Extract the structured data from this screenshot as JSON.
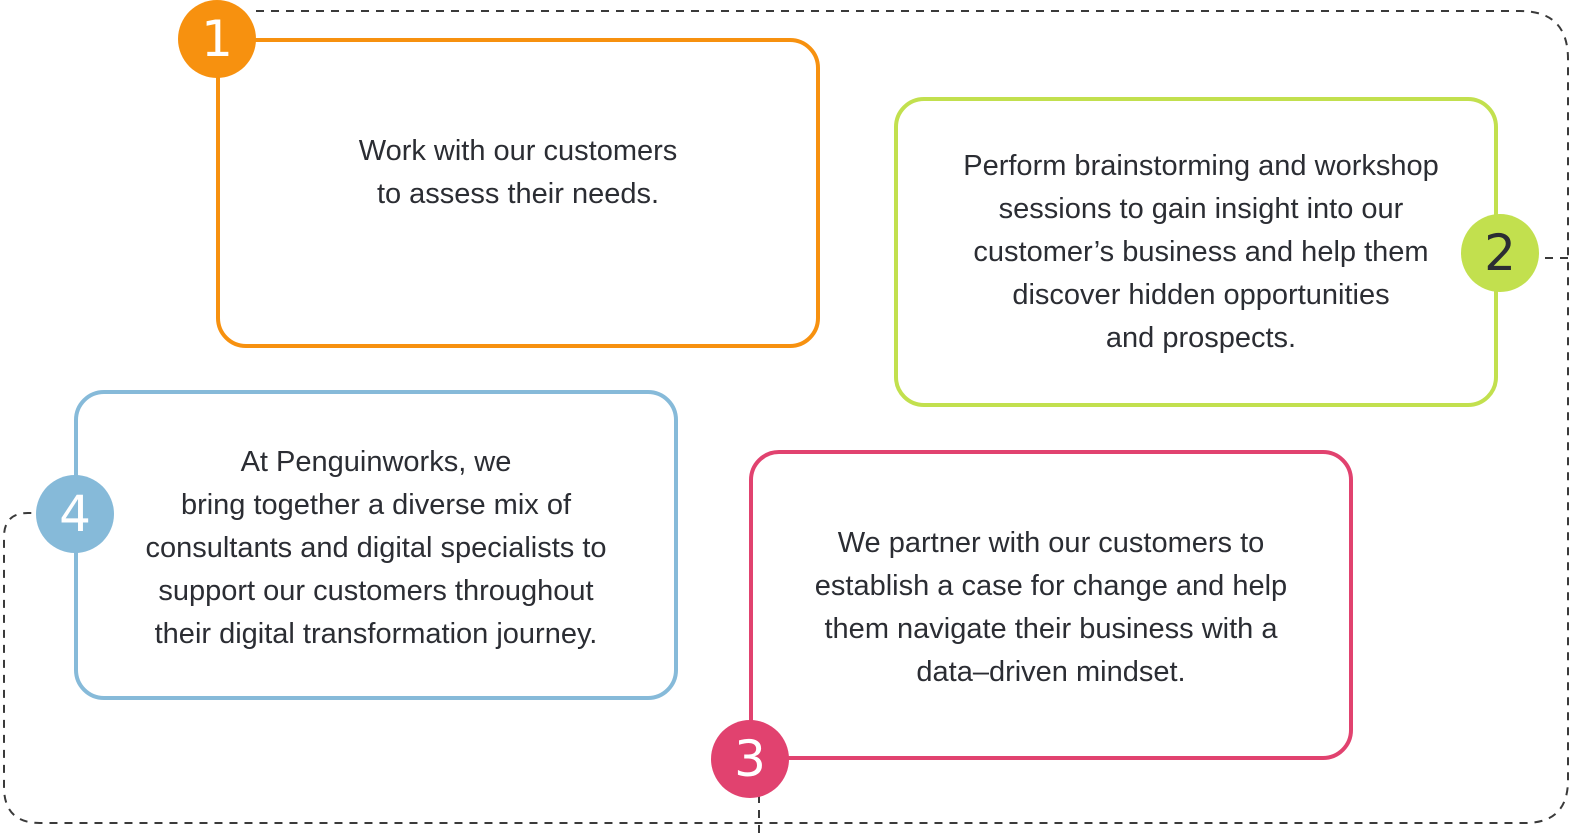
{
  "colors": {
    "step1": "#f7910f",
    "step2": "#c2e04e",
    "step3": "#e1426f",
    "step4": "#86bad9",
    "dashed_line": "#3a3a3a",
    "text": "#2b2d33"
  },
  "steps": [
    {
      "number": "1",
      "text": "Work with our customers\nto assess their needs."
    },
    {
      "number": "2",
      "text": "Perform brainstorming and workshop\nsessions to gain insight into our\ncustomer’s business and help them\ndiscover hidden opportunities\nand prospects."
    },
    {
      "number": "3",
      "text": "We partner with our customers to\nestablish a case for change and help\nthem navigate their business with a\ndata–driven mindset."
    },
    {
      "number": "4",
      "text": "At Penguinworks, we\nbring together a diverse mix of\nconsultants and digital specialists to\nsupport our customers throughout\ntheir digital transformation journey."
    }
  ]
}
